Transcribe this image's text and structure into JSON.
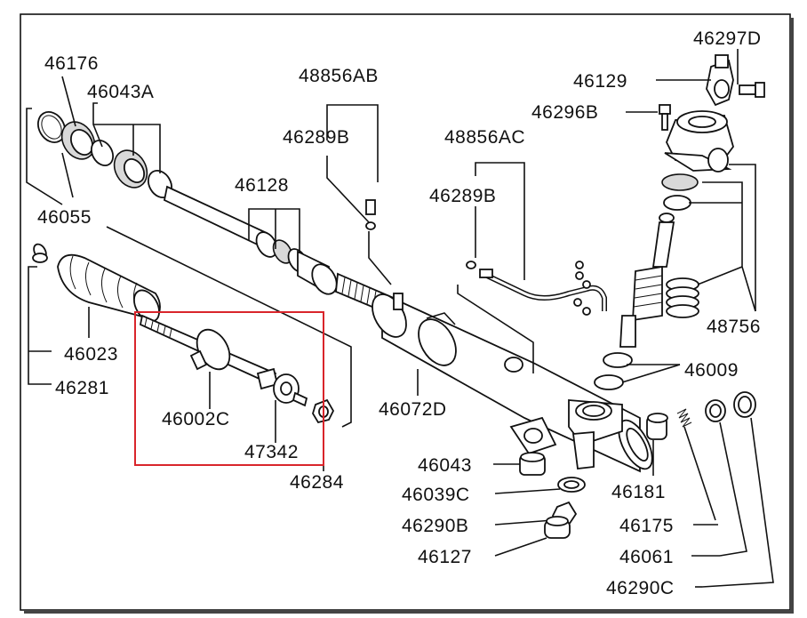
{
  "diagram": {
    "highlight_color": "#d9252b",
    "line_color": "#111111",
    "labels": {
      "l46297D": "46297D",
      "l46176": "46176",
      "l48856AB": "48856AB",
      "l46129": "46129",
      "l46043A": "46043A",
      "l46296B": "46296B",
      "l46289B_a": "46289B",
      "l48856AC": "48856AC",
      "l46128": "46128",
      "l46289B_b": "46289B",
      "l46055": "46055",
      "l46023": "46023",
      "l46281": "46281",
      "l48756": "48756",
      "l46009": "46009",
      "l46002C": "46002C",
      "l46072D": "46072D",
      "l47342": "47342",
      "l46043": "46043",
      "l46284": "46284",
      "l46181": "46181",
      "l46039C": "46039C",
      "l46175": "46175",
      "l46290B": "46290B",
      "l46127": "46127",
      "l46061": "46061",
      "l46290C": "46290C"
    }
  }
}
